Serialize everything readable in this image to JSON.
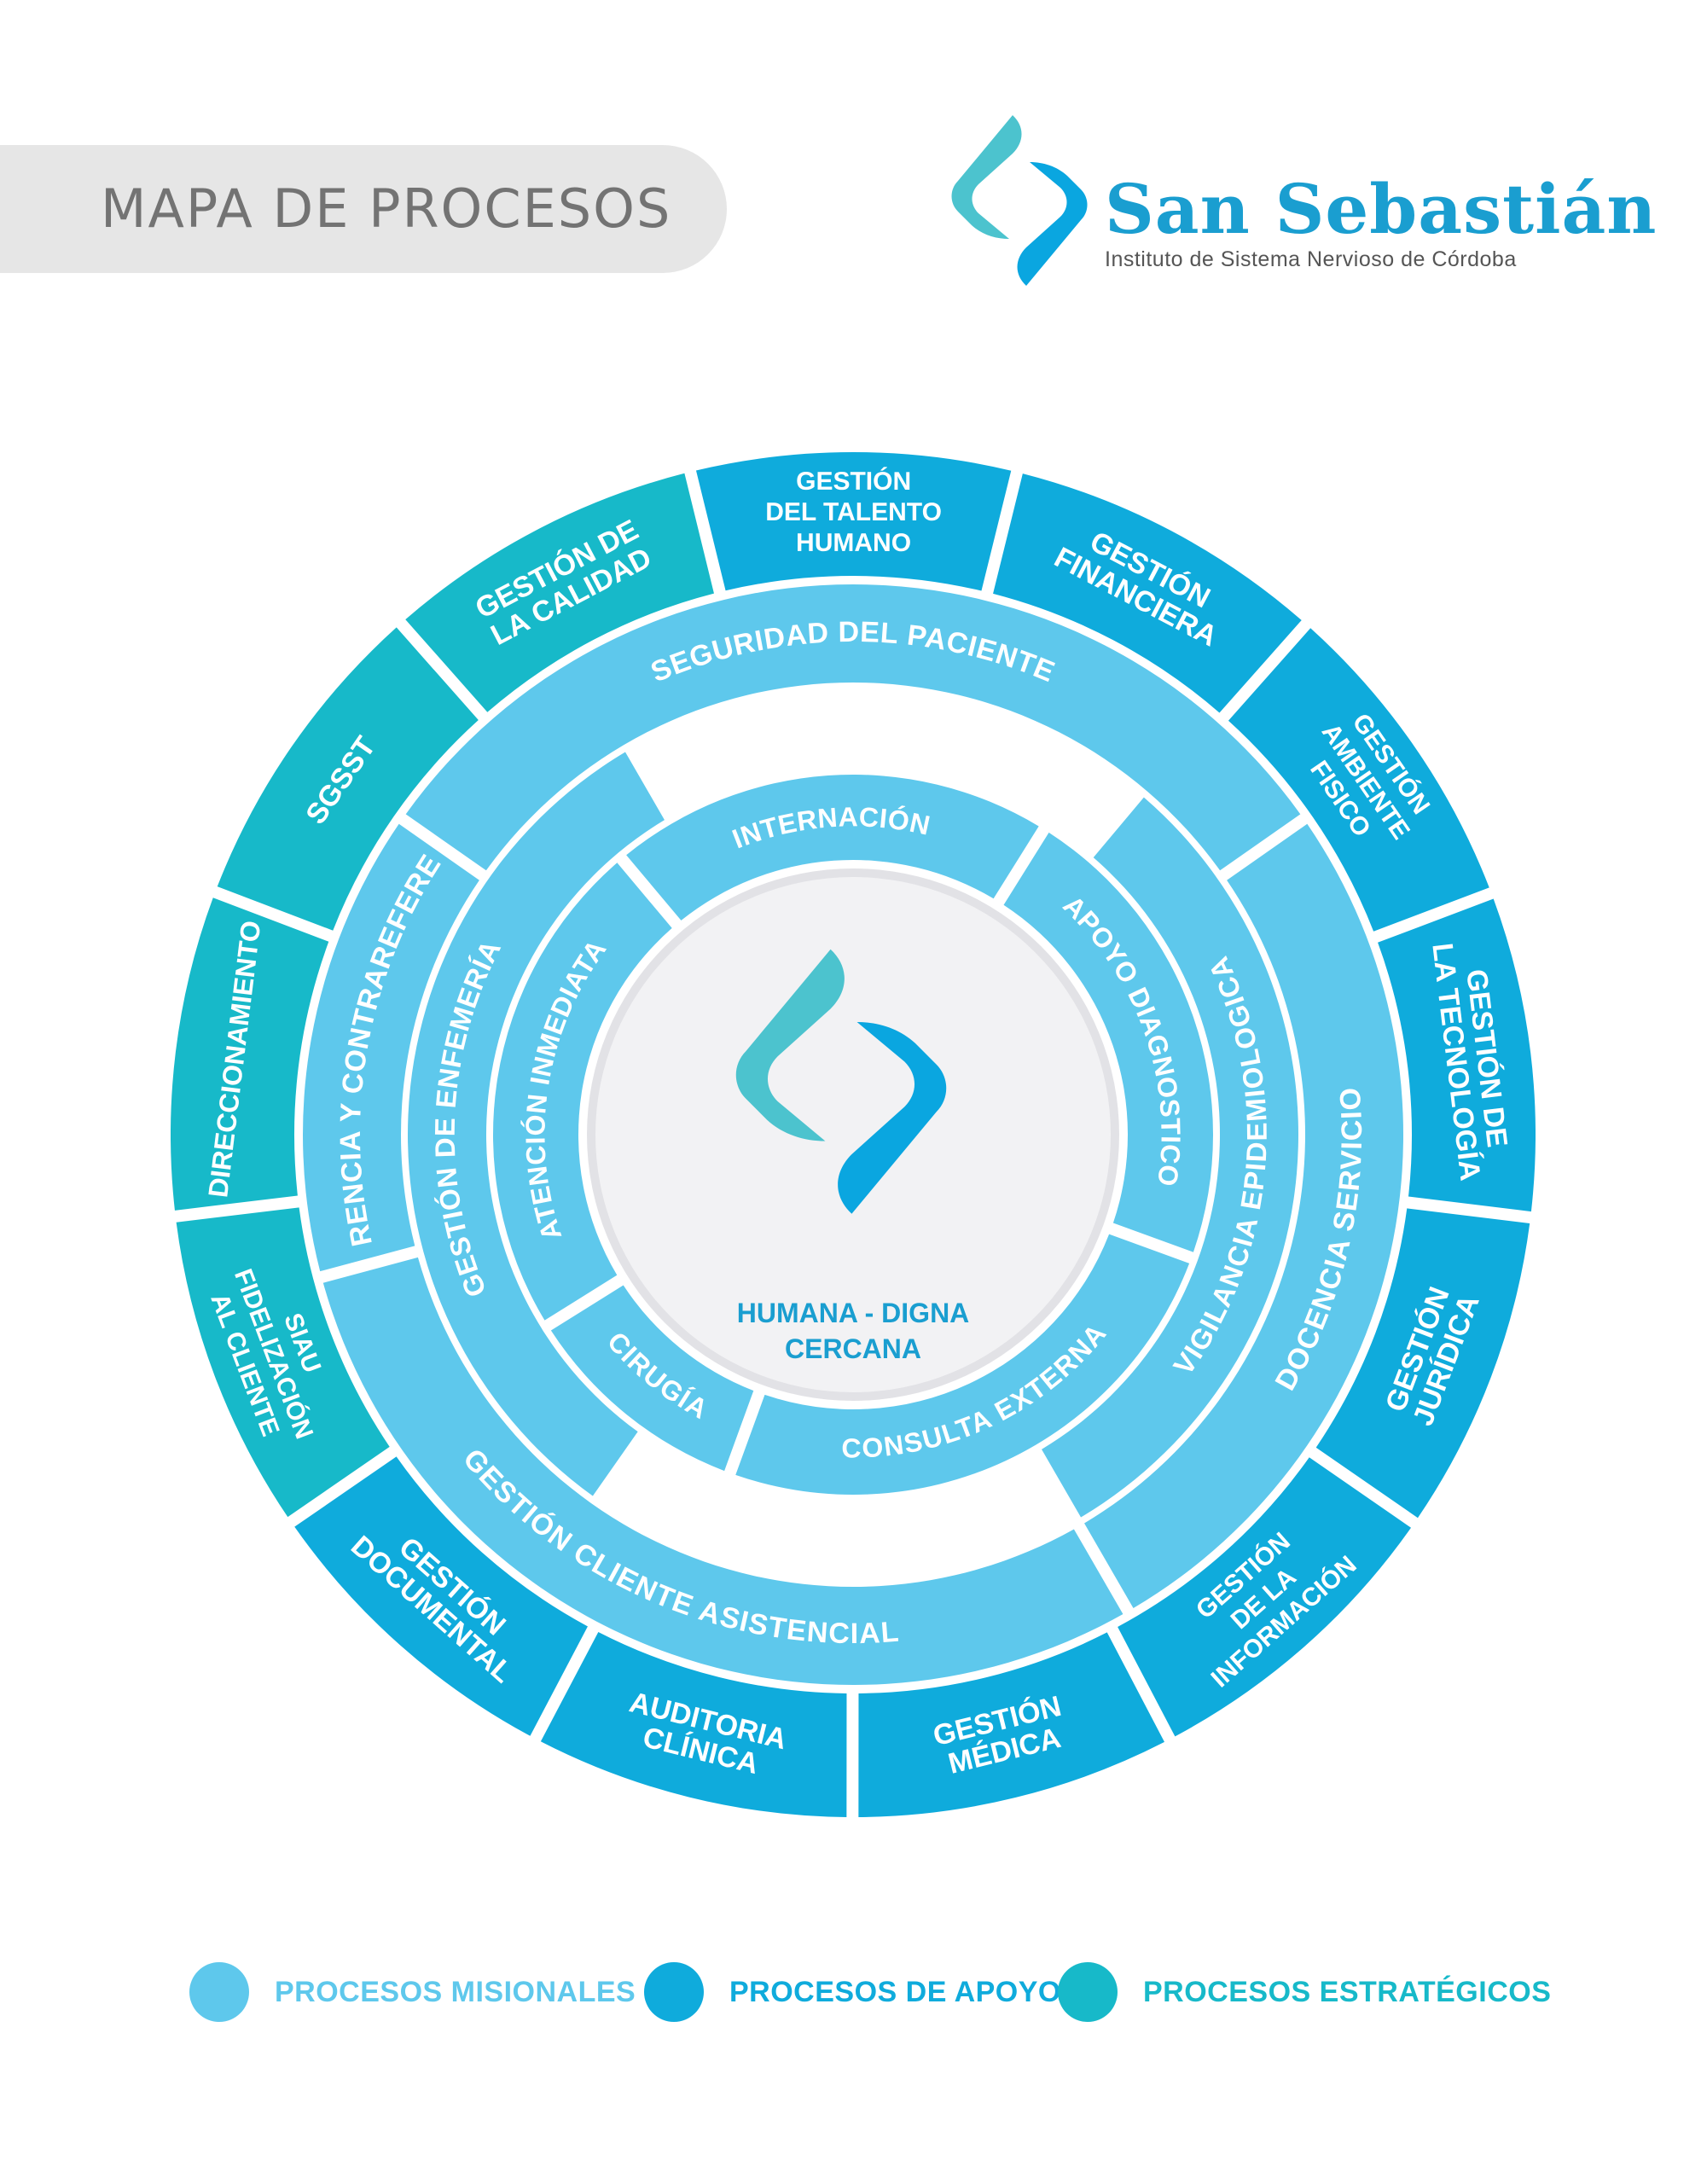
{
  "header": {
    "title": "MAPA DE PROCESOS",
    "brand_name": "San Sebastián",
    "brand_subtitle": "Instituto de Sistema Nervioso de Córdoba"
  },
  "colors": {
    "misional": "#5ec8ec",
    "apoyo": "#0fabdc",
    "estrategico": "#17b9c9",
    "logo_teal": "#4cc3ce",
    "logo_blue": "#0aa6e0",
    "center": "#f0f0f2"
  },
  "diagram": {
    "center_text": [
      "HUMANA - DIGNA",
      "CERCANA"
    ],
    "outer_ring": [
      {
        "lines": [
          "GESTIÓN",
          "DEL TALENTO",
          "HUMANO"
        ],
        "type": "apoyo"
      },
      {
        "lines": [
          "GESTIÓN",
          "FINANCIERA"
        ],
        "type": "apoyo"
      },
      {
        "lines": [
          "GESTIÓN",
          "AMBIENTE",
          "FISICO"
        ],
        "type": "apoyo"
      },
      {
        "lines": [
          "GESTIÓN DE",
          "LA TECNOLOGÍA"
        ],
        "type": "apoyo"
      },
      {
        "lines": [
          "GESTIÓN",
          "JURÍDICA"
        ],
        "type": "apoyo"
      },
      {
        "lines": [
          "GESTIÓN",
          "DE LA",
          "INFORMACIÓN"
        ],
        "type": "apoyo"
      },
      {
        "lines": [
          "GESTIÓN",
          "MÉDICA"
        ],
        "type": "apoyo"
      },
      {
        "lines": [
          "AUDITORIA",
          "CLÍNICA"
        ],
        "type": "apoyo"
      },
      {
        "lines": [
          "GESTIÓN",
          "DOCUMENTAL"
        ],
        "type": "apoyo"
      },
      {
        "lines": [
          "SIAU",
          "FIDELIZACIÓN",
          "AL CLIENTE"
        ],
        "type": "estrategico"
      },
      {
        "lines": [
          "DIRECCIONAMIENTO"
        ],
        "type": "estrategico"
      },
      {
        "lines": [
          "SGSST"
        ],
        "type": "estrategico"
      },
      {
        "lines": [
          "GESTIÓN DE",
          "LA CALIDAD"
        ],
        "type": "estrategico"
      }
    ],
    "ring2": [
      {
        "label": "SEGURIDAD DEL PACIENTE"
      },
      {
        "label": "DOCENCIA SERVICIO"
      },
      {
        "label": "GESTIÓN CLIENTE ASISTENCIAL"
      },
      {
        "label": "REFERENCIA Y CONTRAREFERENCIA"
      }
    ],
    "ring3": [
      {
        "label": "VIGILANCIA EPIDEMIOLOGICA"
      },
      {
        "label": "GESTIÓN DE ENFEMERÍA"
      }
    ],
    "ring4": [
      {
        "label": "INTERNACIÓN"
      },
      {
        "label": "APOYO DIAGNOSTICO"
      },
      {
        "label": "CONSULTA EXTERNA"
      },
      {
        "label": "CIRUGÍA"
      },
      {
        "label": "ATENCIÓN INMEDIATA"
      }
    ]
  },
  "legend": [
    {
      "label": "PROCESOS MISIONALES",
      "type": "misional"
    },
    {
      "label": "PROCESOS DE APOYO",
      "type": "apoyo"
    },
    {
      "label": "PROCESOS ESTRATÉGICOS",
      "type": "estrategico"
    }
  ]
}
